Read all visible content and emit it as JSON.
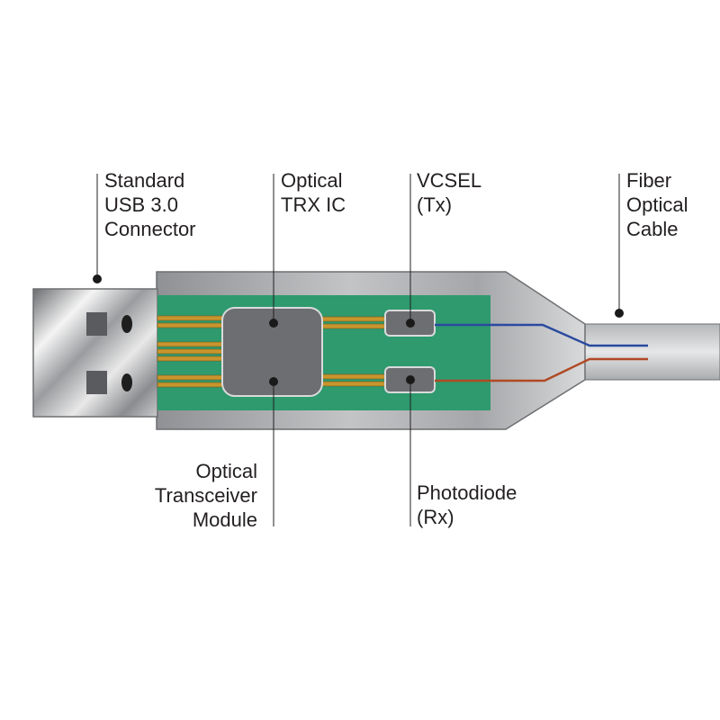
{
  "labels": {
    "usb_connector": [
      "Standard",
      "USB 3.0",
      "Connector"
    ],
    "optical_trx_ic": [
      "Optical",
      "TRX IC"
    ],
    "vcsel": [
      "VCSEL",
      "(Tx)"
    ],
    "fiber_cable": [
      "Fiber",
      "Optical",
      "Cable"
    ],
    "transceiver_module": [
      "Optical",
      "Transceiver",
      "Module"
    ],
    "photodiode": [
      "Photodiode",
      "(Rx)"
    ]
  },
  "colors": {
    "pcb": "#2e9a6e",
    "housing": "#a8aaad",
    "chip": "#6d6e71",
    "gold_trace": "#c8952e",
    "tx_fiber": "#2a4aa0",
    "rx_fiber": "#b04a24",
    "leader": "#231f20"
  }
}
